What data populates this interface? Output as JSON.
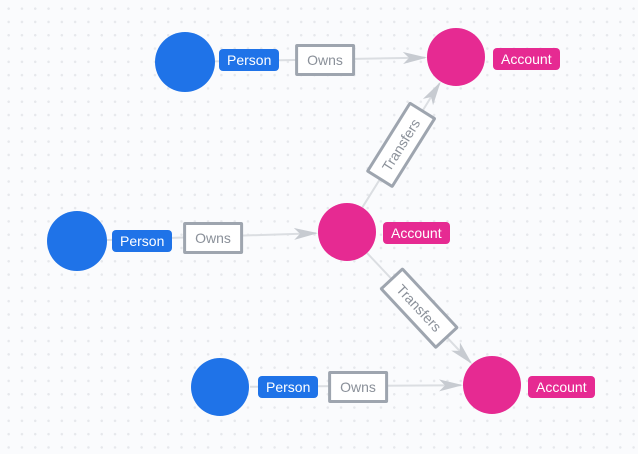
{
  "canvas": {
    "type": "graph-data-model",
    "background": "#fafbfd",
    "grid_dot_color": "#e6e8ec"
  },
  "colors": {
    "person_node": "#1F73E8",
    "account_node": "#E62A92",
    "edge_line": "#dbdee2",
    "edge_arrow": "#c7cbd1",
    "rel_box_border": "#9EA5AF",
    "rel_box_text": "#8A9099"
  },
  "nodes": [
    {
      "id": "person-1",
      "type": "Person",
      "label": "Person"
    },
    {
      "id": "person-2",
      "type": "Person",
      "label": "Person"
    },
    {
      "id": "person-3",
      "type": "Person",
      "label": "Person"
    },
    {
      "id": "account-1",
      "type": "Account",
      "label": "Account"
    },
    {
      "id": "account-2",
      "type": "Account",
      "label": "Account"
    },
    {
      "id": "account-3",
      "type": "Account",
      "label": "Account"
    }
  ],
  "edges": [
    {
      "id": "owns-1",
      "label": "Owns",
      "from": "person-1",
      "to": "account-1"
    },
    {
      "id": "owns-2",
      "label": "Owns",
      "from": "person-2",
      "to": "account-2"
    },
    {
      "id": "owns-3",
      "label": "Owns",
      "from": "person-3",
      "to": "account-3"
    },
    {
      "id": "transfers-1",
      "label": "Transfers",
      "from": "account-2",
      "to": "account-1"
    },
    {
      "id": "transfers-2",
      "label": "Transfers",
      "from": "account-2",
      "to": "account-3"
    }
  ]
}
